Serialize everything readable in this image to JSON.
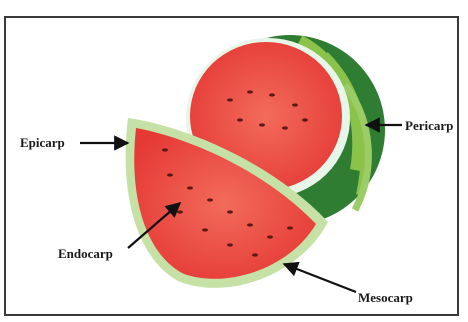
{
  "labels": {
    "epicarp": "Epicarp",
    "pericarp": "Pericarp",
    "endocarp": "Endocarp",
    "mesocarp": "Mesocarp"
  },
  "colors": {
    "rind_dark": "#2e7d32",
    "rind_stripe": "#8bc34a",
    "rind_pale": "#dcedc8",
    "flesh": "#ef3b3b",
    "flesh_light": "#f26b5b",
    "seed": "#5a1a12",
    "arrow": "#111111",
    "border": "#3a3a3a"
  },
  "image": {
    "subject": "watermelon-slice-illustration"
  }
}
